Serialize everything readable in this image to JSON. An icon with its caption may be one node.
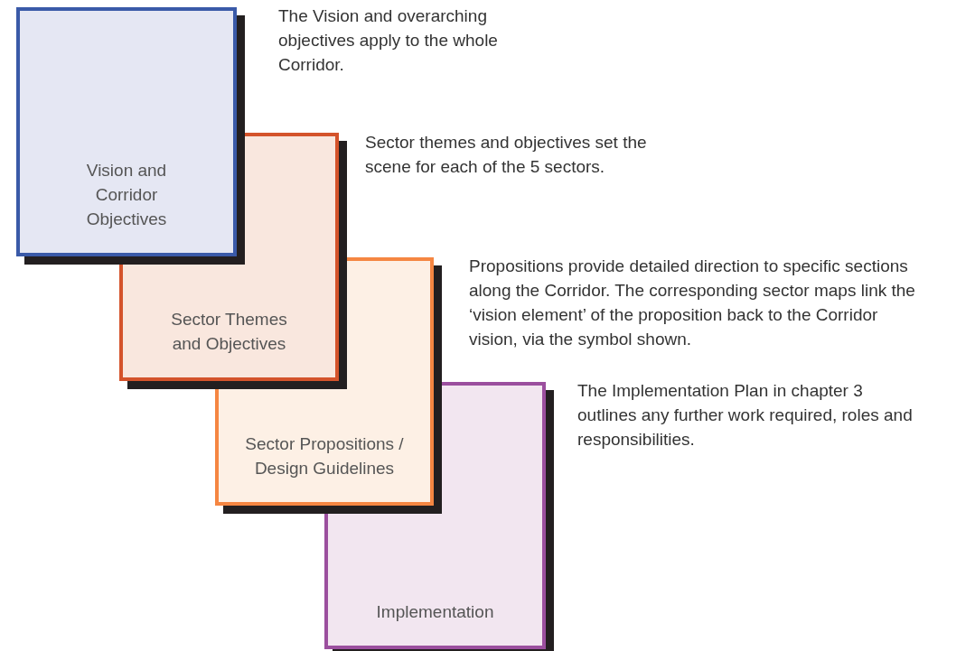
{
  "diagram": {
    "nodes": [
      {
        "text": [
          "Vision and Corridor Objectives"
        ]
      },
      {
        "text": [
          "Sector Themes and Objectives"
        ]
      },
      {
        "text": [
          "Sector Propositions / Design Guidelines"
        ]
      },
      {
        "text": [
          "Implementation"
        ]
      }
    ],
    "labels": [
      "The Vision and overarching objectives apply to the whole Corridor.",
      "Sector themes and objectives set the scene for each of the 5 sectors.",
      "Propositions provide detailed direction to specific sections along the Corridor.  The corresponding sector maps link the ‘vision element’ of the proposition back to the Corridor vision, via the symbol shown.",
      "The Implementation Plan in chapter 3 outlines any further work required, roles and responsibilities."
    ]
  }
}
